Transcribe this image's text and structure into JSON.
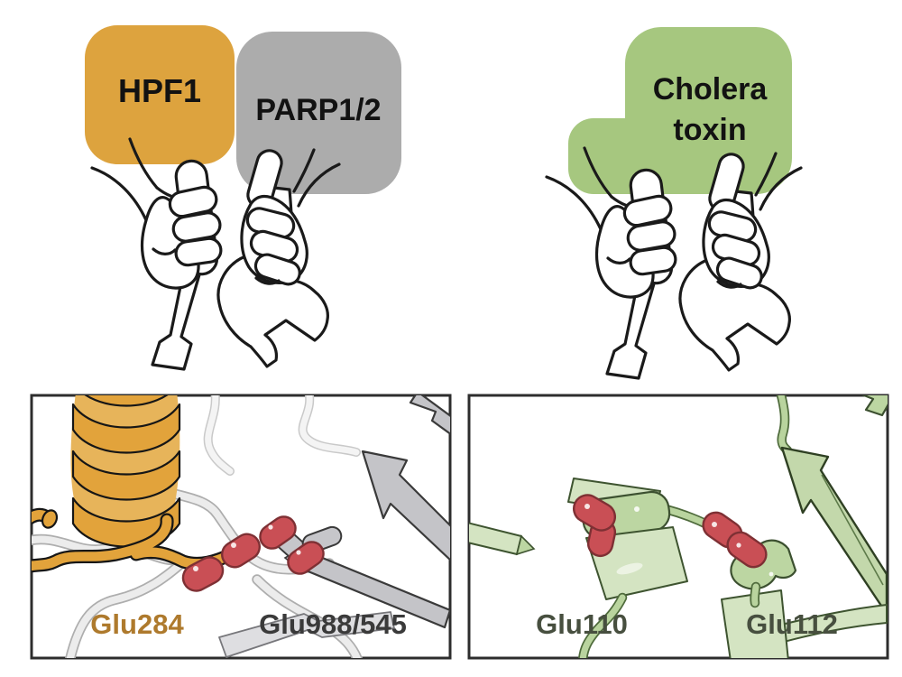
{
  "background": "#ffffff",
  "top_left_group": {
    "hpf1_block": {
      "label": "HPF1",
      "fill": "#DDA33E",
      "text_color": "#121212"
    },
    "parp_block": {
      "label": "PARP1/2",
      "fill": "#ACACAC",
      "text_color": "#121212"
    },
    "icons": [
      "hand-holding-screwdriver-icon",
      "hand-holding-wrench-icon"
    ]
  },
  "top_right_group": {
    "cholera_block": {
      "label_line1": "Cholera",
      "label_line2": "toxin",
      "fill": "#A6C77F",
      "text_color": "#121212"
    },
    "icons": [
      "hand-holding-screwdriver-icon",
      "hand-holding-wrench-icon"
    ]
  },
  "left_panel": {
    "residue_label_1": {
      "text": "Glu284",
      "color": "#AE7A2D"
    },
    "residue_label_2": {
      "text": "Glu988/545",
      "color": "#3A3A3A"
    },
    "colors": {
      "helix_orange": "#E2A33B",
      "sheet_gray": "#C4C4C8",
      "tube_gray": "#ECECEC",
      "residue_red": "#C94F55",
      "residue_red_outline": "#7E3034",
      "border": "#2d2d2d"
    }
  },
  "right_panel": {
    "residue_label_1": {
      "text": "Glu110",
      "color": "#474F3F"
    },
    "residue_label_2": {
      "text": "Glu112",
      "color": "#474F3F"
    },
    "colors": {
      "ribbon_light": "#D4E4C2",
      "ribbon_mid": "#BCD6A2",
      "ribbon_outline": "#3E5430",
      "residue_red": "#C94F55",
      "border": "#2d2d2d"
    }
  }
}
